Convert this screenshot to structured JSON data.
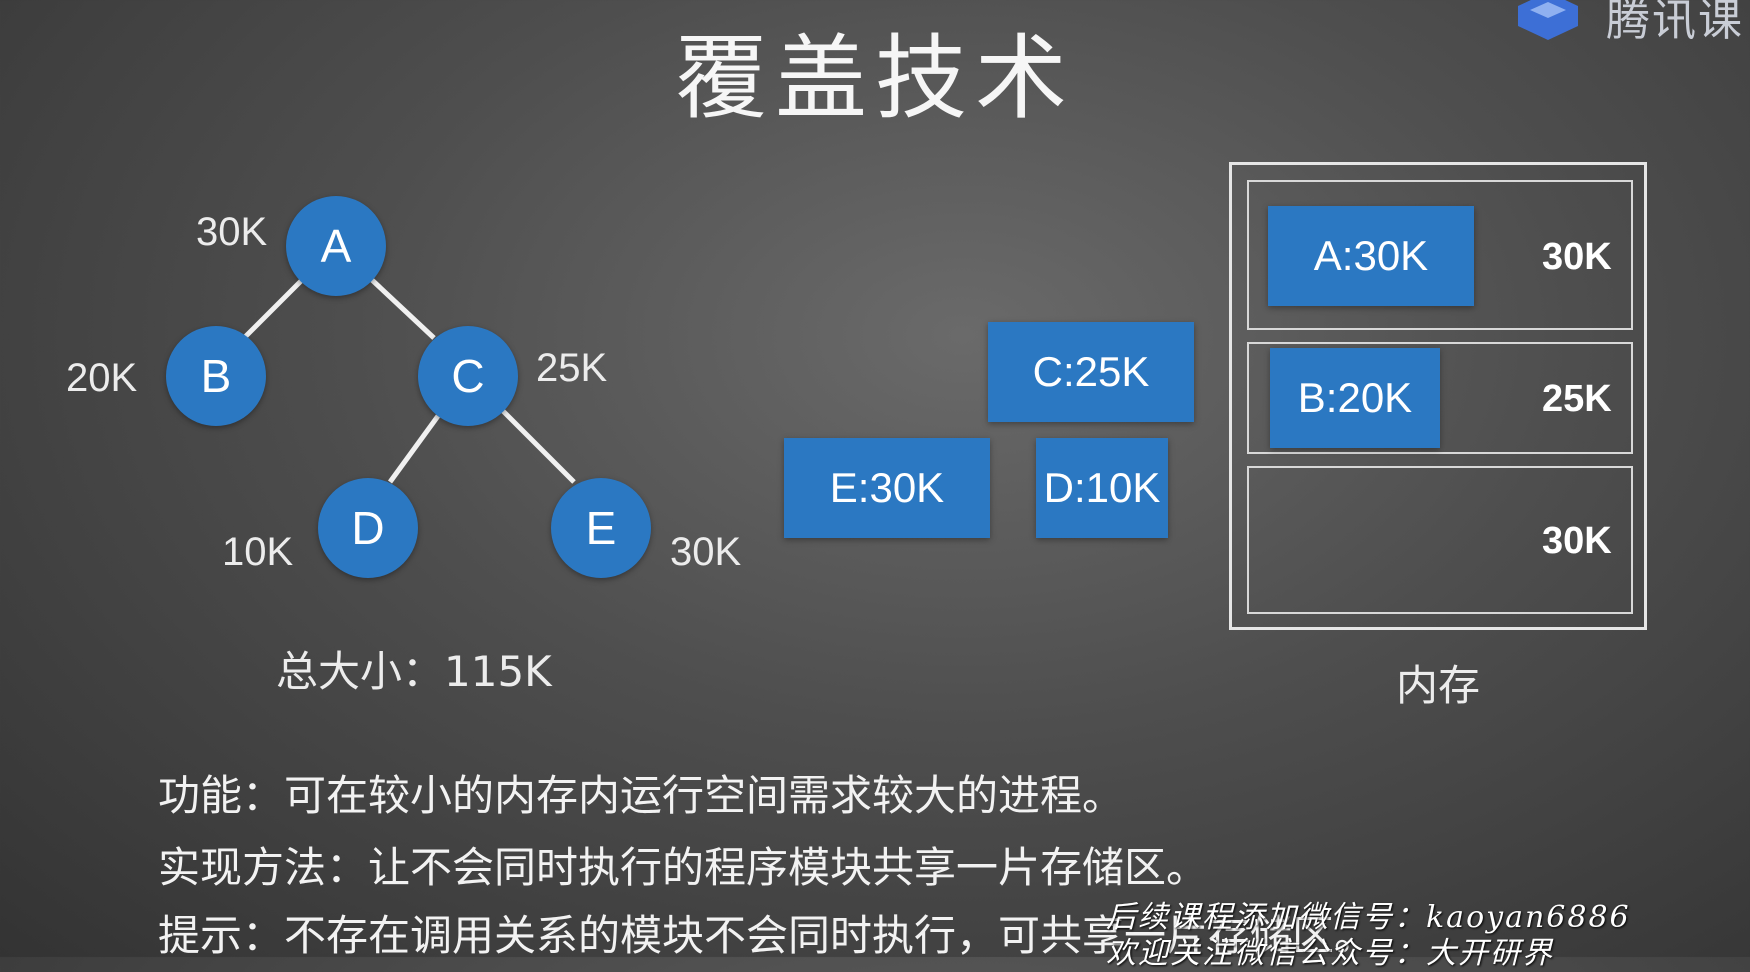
{
  "title": "覆盖技术",
  "logo": {
    "icon": "tencent-classroom-icon",
    "text": "腾讯课"
  },
  "tree": {
    "nodes": [
      {
        "id": "A",
        "size": "30K"
      },
      {
        "id": "B",
        "size": "20K"
      },
      {
        "id": "C",
        "size": "25K"
      },
      {
        "id": "D",
        "size": "10K"
      },
      {
        "id": "E",
        "size": "30K"
      }
    ],
    "edges": [
      [
        "A",
        "B"
      ],
      [
        "A",
        "C"
      ],
      [
        "C",
        "D"
      ],
      [
        "C",
        "E"
      ]
    ],
    "total": "总大小：115K"
  },
  "loose_blocks": [
    "C:25K",
    "E:30K",
    "D:10K"
  ],
  "memory": {
    "caption": "内存",
    "slots": [
      {
        "size": "30K",
        "block": "A:30K"
      },
      {
        "size": "25K",
        "block": "B:20K"
      },
      {
        "size": "30K",
        "block": ""
      }
    ]
  },
  "description": [
    "功能：可在较小的内存内运行空间需求较大的进程。",
    "实现方法：让不会同时执行的程序模块共享一片存储区。",
    "提示：不存在调用关系的模块不会同时执行，可共享一片存储区。"
  ],
  "watermark": [
    "后续课程添加微信号：kaoyan6886",
    "欢迎关注微信公众号：大开研界"
  ],
  "colors": {
    "node": "#2b78c2",
    "background": "#4e4e4e",
    "text": "#ffffff"
  }
}
